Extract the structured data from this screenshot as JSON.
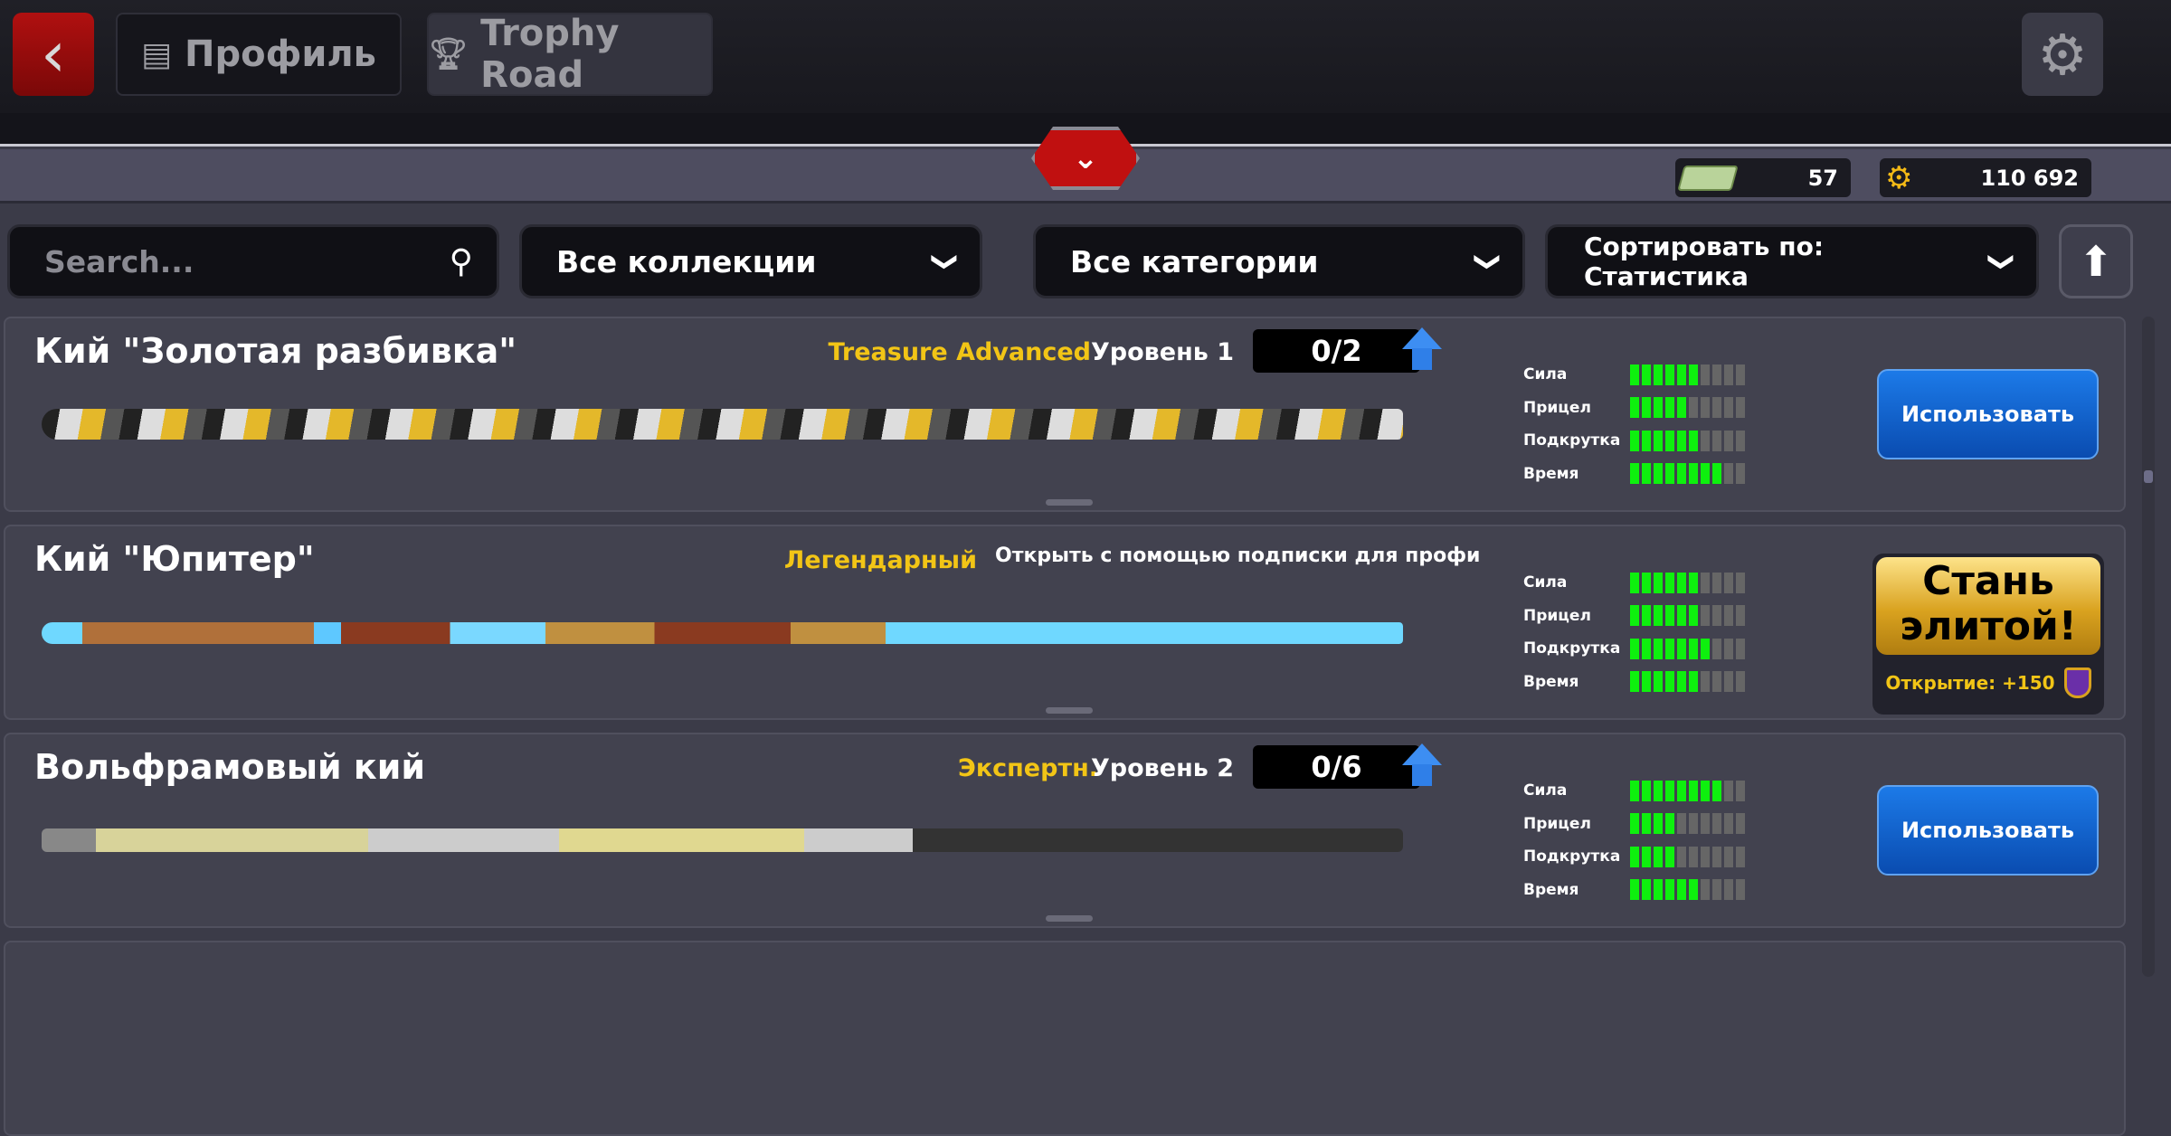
{
  "header": {
    "back": "back",
    "tabs": [
      {
        "label": "Профиль",
        "icon": "profile-card-icon"
      },
      {
        "label": "Trophy Road",
        "icon": "trophy-icon"
      }
    ],
    "settings": "gear-icon"
  },
  "currency": {
    "cash": "57",
    "coins": "110 692"
  },
  "filters": {
    "search_placeholder": "Search...",
    "collections": "Все коллекции",
    "categories": "Все категории",
    "sort": "Сортировать по: Статистика"
  },
  "stat_labels": [
    "Сила",
    "Прицел",
    "Подкрутка",
    "Время"
  ],
  "stat_max": 10,
  "cues": [
    {
      "name": "Кий \"Золотая разбивка\"",
      "rarity": "Treasure Advanced",
      "level": "Уровень 1",
      "progress": "0/2",
      "stats": [
        6,
        5,
        6,
        8
      ],
      "action": "Использовать"
    },
    {
      "name": "Кий \"Юпитер\"",
      "rarity": "Легендарный",
      "unlock_note": "Открыть с помощью подписки для профи",
      "stats": [
        6,
        6,
        7,
        6
      ],
      "action": "Стань элитой!",
      "unlock_reward": "Открытие: +150"
    },
    {
      "name": "Вольфрамовый кий",
      "rarity": "Экспертн.",
      "level": "Уровень 2",
      "progress": "0/6",
      "stats": [
        8,
        4,
        4,
        6
      ],
      "action": "Использовать"
    }
  ],
  "colors": {
    "accent_yellow": "#f2c516",
    "stat_on": "#0ef00e",
    "use_blue": "#1c7ae8"
  }
}
